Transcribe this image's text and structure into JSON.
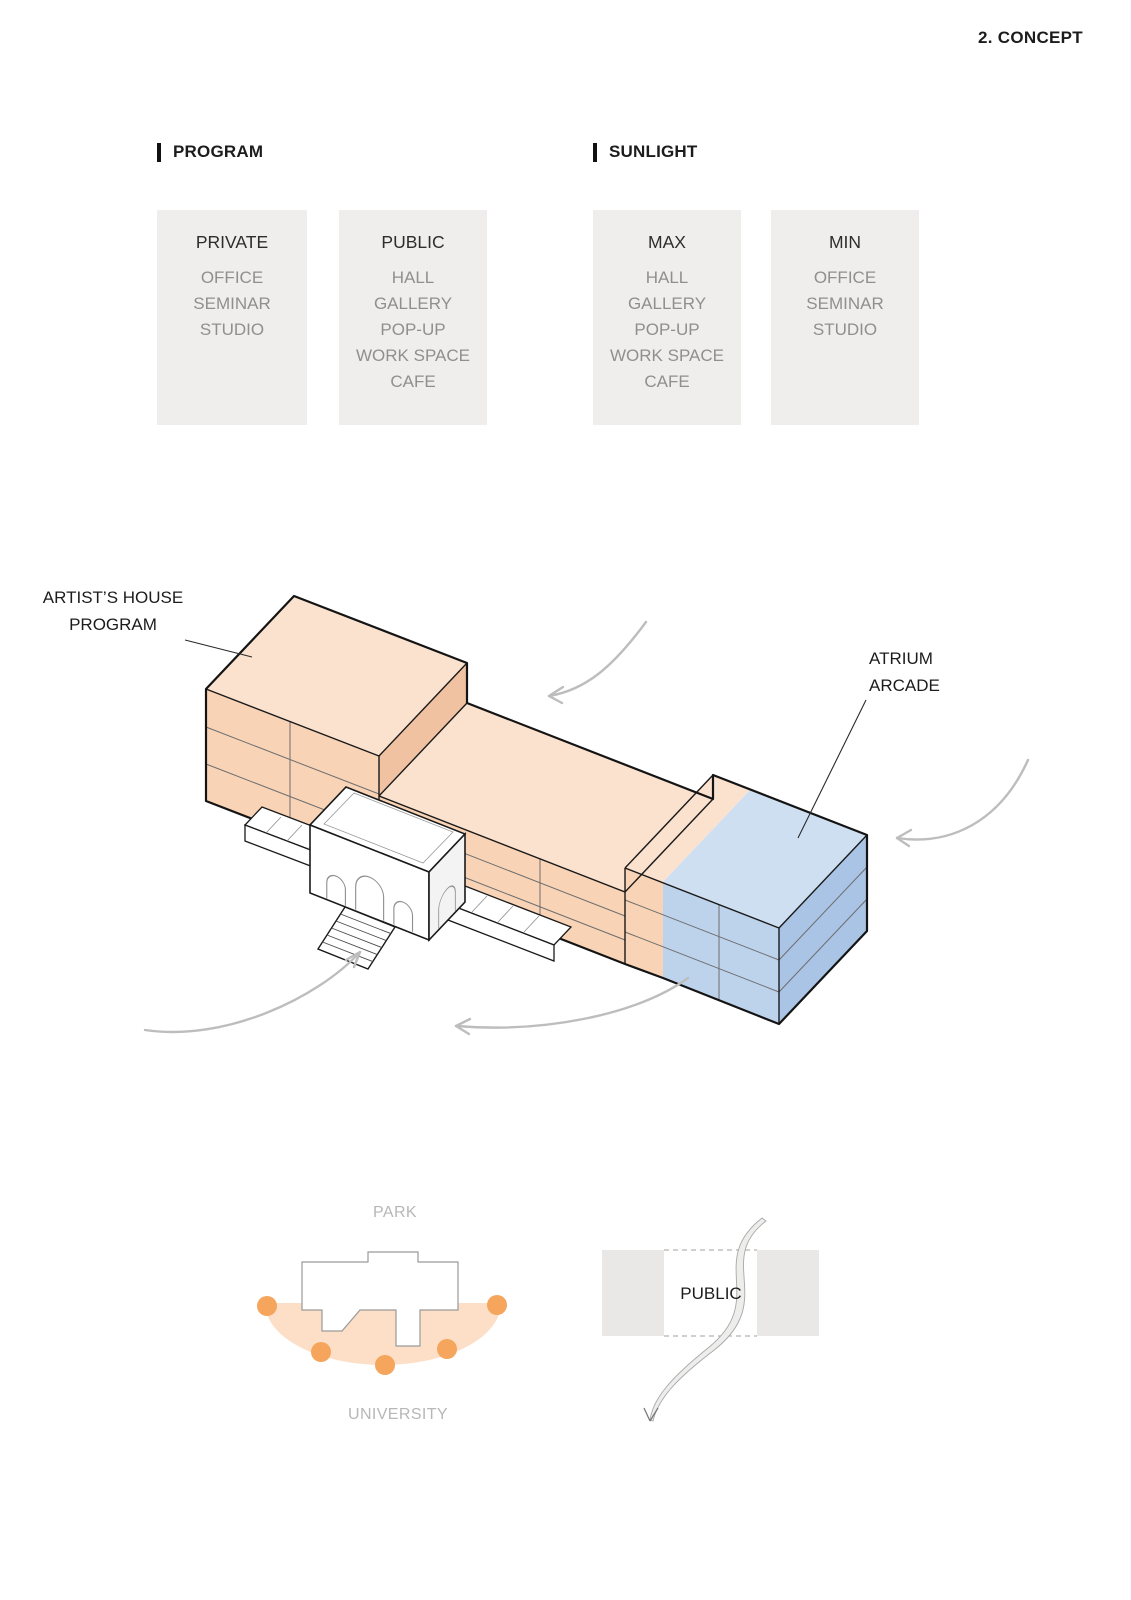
{
  "page": {
    "title": "2. CONCEPT"
  },
  "sections": {
    "program": {
      "label": "PROGRAM"
    },
    "sunlight": {
      "label": "SUNLIGHT"
    }
  },
  "cards": [
    {
      "title": "PRIVATE",
      "items": [
        "OFFICE",
        "SEMINAR",
        "STUDIO"
      ]
    },
    {
      "title": "PUBLIC",
      "items": [
        "HALL",
        "GALLERY",
        "POP-UP",
        "WORK SPACE",
        "CAFE"
      ]
    },
    {
      "title": "MAX",
      "items": [
        "HALL",
        "GALLERY",
        "POP-UP",
        "WORK SPACE",
        "CAFE"
      ]
    },
    {
      "title": "MIN",
      "items": [
        "OFFICE",
        "SEMINAR",
        "STUDIO"
      ]
    }
  ],
  "diagram": {
    "building_label_line1": "ARTIST’S HOUSE",
    "building_label_line2": "PROGRAM",
    "atrium_label_line1": "ATRIUM",
    "atrium_label_line2": "ARCADE",
    "colors": {
      "massing_peach_top": "#fbe2cf",
      "massing_peach_front": "#f8d3b6",
      "massing_peach_side": "#f0c2a2",
      "atrium_blue_top": "#cfdff2",
      "atrium_blue_front": "#bdd3ec",
      "atrium_blue_side": "#a9c4e4",
      "arrow_gray": "#bdbdbd"
    }
  },
  "site_diagram": {
    "park_label": "PARK",
    "university_label": "UNIVERSITY",
    "dot_color": "#f5a55c"
  },
  "flow_diagram": {
    "public_label": "PUBLIC"
  }
}
